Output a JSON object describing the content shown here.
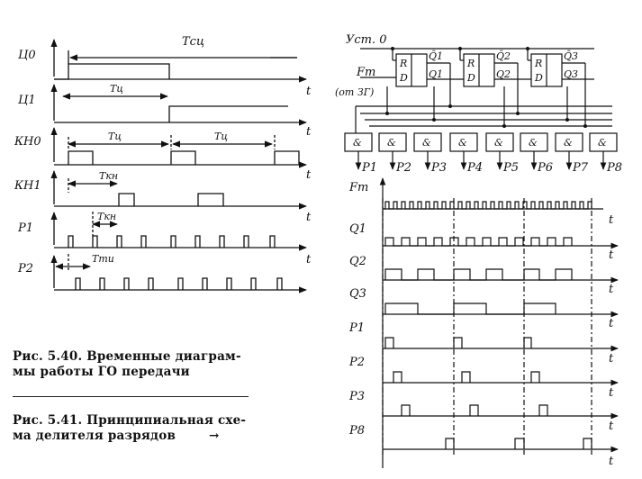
{
  "left_diagram": {
    "signals": [
      "Ц0",
      "Ц1",
      "КН0",
      "КН1",
      "P1",
      "P2"
    ],
    "time_label": "t",
    "annotations": [
      "Тсц",
      "Тц",
      "Тц",
      "Тц",
      "Ткн",
      "Ткн",
      "Тти"
    ]
  },
  "right_schematic": {
    "reset_label": "Уст. 0",
    "clock_label": "Fт",
    "clock_source": "(от ЗГ)",
    "flipflops": [
      {
        "r": "R",
        "d": "D",
        "qbar": "Q̄1",
        "q": "Q1"
      },
      {
        "r": "R",
        "d": "D",
        "qbar": "Q̄2",
        "q": "Q2"
      },
      {
        "r": "R",
        "d": "D",
        "qbar": "Q̄3",
        "q": "Q3"
      }
    ],
    "and_gate_symbol": "&",
    "outputs": [
      "P1",
      "P2",
      "P3",
      "P4",
      "P5",
      "P6",
      "P7",
      "P8"
    ]
  },
  "right_timing": {
    "signals": [
      "Fт",
      "Q1",
      "Q2",
      "Q3",
      "P1",
      "P2",
      "P3",
      "P8"
    ],
    "time_label": "t"
  },
  "captions": [
    {
      "line1": "Рис. 5.40. Временные диаграм-",
      "line2": "мы работы ГО передачи"
    },
    {
      "line1": "Рис. 5.41. Принципиальная схе-",
      "line2": "ма делителя разрядов",
      "arrow": "→"
    }
  ]
}
